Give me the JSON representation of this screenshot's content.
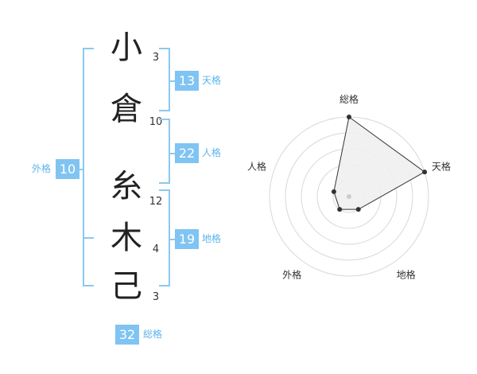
{
  "name_characters": [
    {
      "char": "小",
      "strokes": "3"
    },
    {
      "char": "倉",
      "strokes": "10"
    },
    {
      "char": "糸",
      "strokes": "12"
    },
    {
      "char": "木",
      "strokes": "4"
    },
    {
      "char": "己",
      "strokes": "3"
    }
  ],
  "fortunes": {
    "tenkaku": {
      "label": "天格",
      "value": "13"
    },
    "jinkaku": {
      "label": "人格",
      "value": "22"
    },
    "chikaku": {
      "label": "地格",
      "value": "19"
    },
    "gaikaku": {
      "label": "外格",
      "value": "10"
    },
    "soukaku": {
      "label": "総格",
      "value": "32"
    }
  },
  "colors": {
    "accent": "#7fc4f2",
    "bracket": "#8cc8f0",
    "label": "#5bb4ec"
  },
  "chart_data": {
    "type": "radar",
    "axes": [
      "総格",
      "天格",
      "地格",
      "外格",
      "人格"
    ],
    "values": [
      5,
      5,
      1,
      1,
      1
    ],
    "range": [
      0,
      5
    ],
    "rings": 5,
    "grid": true
  }
}
